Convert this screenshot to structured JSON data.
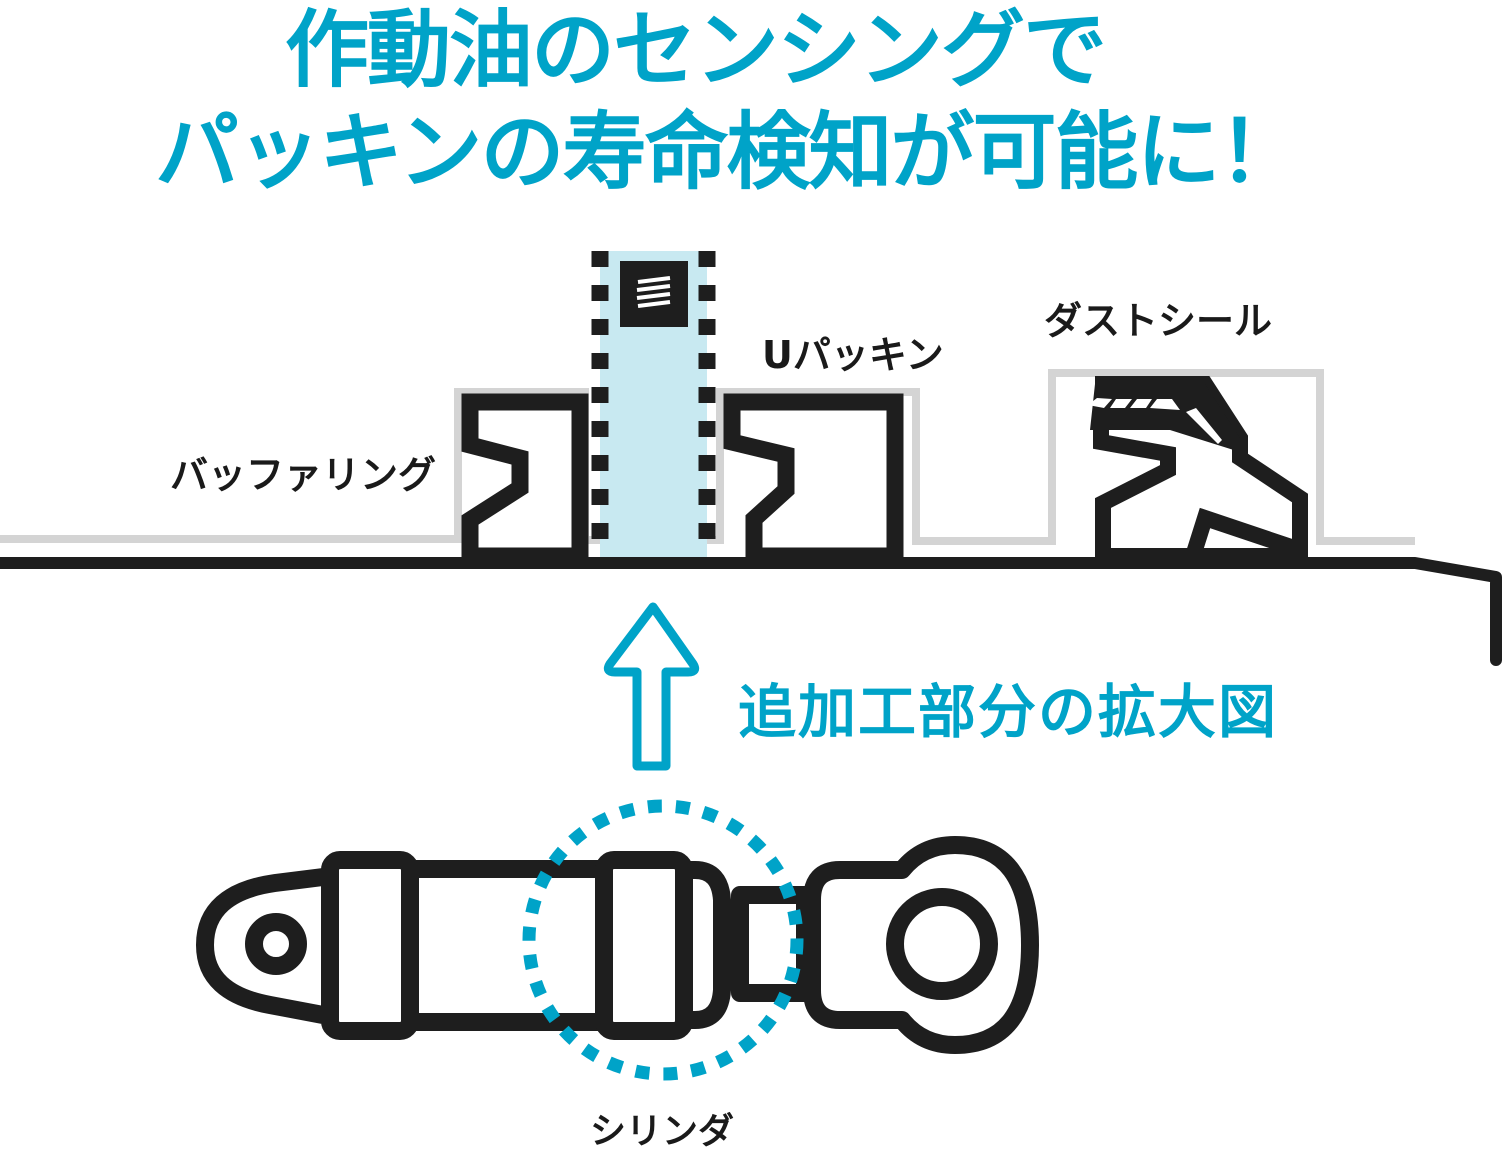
{
  "headline": {
    "line1": "作動油のセンシングで",
    "line2": "パッキンの寿命検知が可能に！"
  },
  "labels": {
    "buffer_ring": "バッファリング",
    "u_packing": "Uパッキン",
    "dust_seal": "ダストシール",
    "cylinder": "シリンダ"
  },
  "caption": "追加工部分の拡大図",
  "icons": {
    "sensor": "sensor-chip-icon",
    "arrow": "arrow-up-icon"
  },
  "colors": {
    "accent": "#00a3c8",
    "sensor_zone": "#c8e9f1",
    "stroke": "#1e1e1e",
    "housing": "#d4d4d4"
  }
}
